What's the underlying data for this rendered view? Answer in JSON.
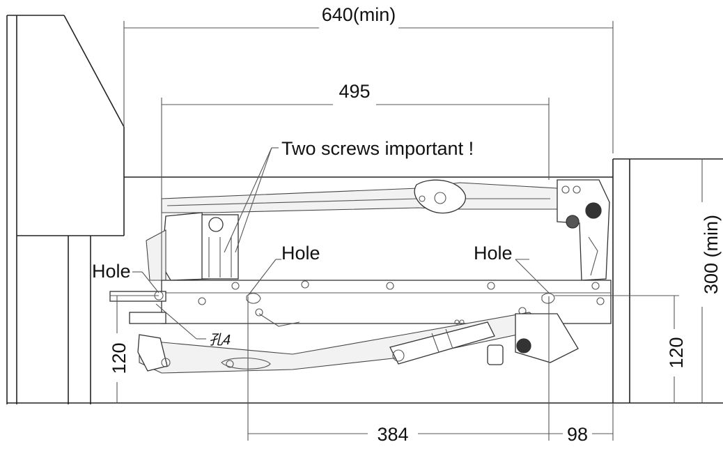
{
  "dimensions": {
    "overall_width": "640(min)",
    "mechanism_width": "495",
    "hole_spacing": "384",
    "right_offset": "98",
    "height_min": "300 (min)",
    "left_hole_height": "120",
    "right_hole_height": "120"
  },
  "annotations": {
    "screws_note": "Two screws important !",
    "hole_left": "Hole",
    "hole_center": "Hole",
    "hole_right": "Hole",
    "part_marking": "孔4"
  }
}
